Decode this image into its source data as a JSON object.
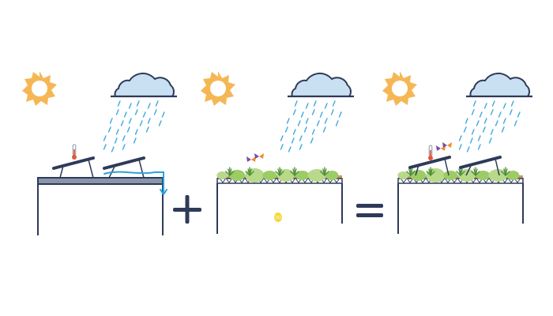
{
  "colors": {
    "sun": "#f5b755",
    "cloud_fill": "#c9dff2",
    "cloud_stroke": "#2e3a59",
    "rain": "#3aa8e0",
    "heat": "#e05a3a",
    "cool": "#2aa3dc",
    "energy": "#f2d21a",
    "building": "#2e3a59",
    "roof": "#8a96a8",
    "panel": "#2e3a59",
    "plant_light": "#9ccc65",
    "plant_dark": "#4f8f3a",
    "soil": "#c79a5a",
    "butterfly_purple": "#7b4ba3",
    "butterfly_orange": "#f28c28",
    "operator": "#2e3a59"
  },
  "panels": [
    {
      "id": "solar-roof",
      "icons": [
        "sun-icon",
        "rain-cloud-icon",
        "heat-arrow-icon",
        "thermometer-icon",
        "solar-panel-icon",
        "runoff-arrow-icon",
        "energy-bolt-icon"
      ]
    },
    {
      "id": "green-roof",
      "icons": [
        "sun-icon",
        "rain-cloud-icon",
        "cool-arrow-icon",
        "butterfly-icon",
        "plants-icon",
        "energy-zero-icon"
      ]
    },
    {
      "id": "biosolar-roof",
      "icons": [
        "sun-icon",
        "rain-cloud-icon",
        "cool-arrow-icon",
        "thermometer-icon",
        "butterfly-icon",
        "solar-panel-icon",
        "plants-icon",
        "double-energy-bolt-icon"
      ]
    }
  ],
  "operators": [
    "plus-sign",
    "equals-sign"
  ],
  "labels": {
    "green_roof_energy": "0"
  }
}
